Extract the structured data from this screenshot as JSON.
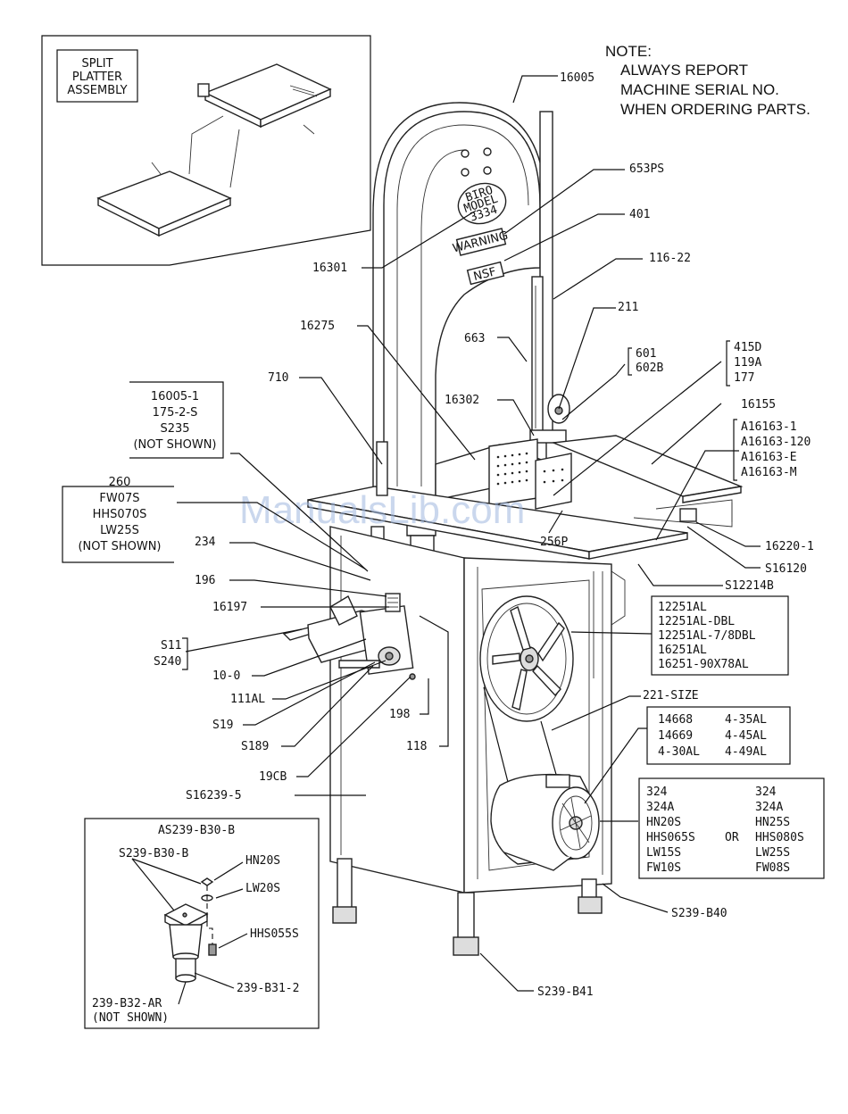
{
  "note": [
    "NOTE:",
    "ALWAYS REPORT",
    "MACHINE SERIAL NO.",
    "WHEN ORDERING PARTS."
  ],
  "inset": {
    "label": [
      "SPLIT",
      "PLATTER",
      "ASSEMBLY"
    ]
  },
  "watermark": "ManualsLib.com",
  "machine": {
    "badge": [
      "BIRO",
      "MODEL",
      "3334"
    ],
    "warning": "WARNING",
    "nsf": "NSF"
  },
  "labels": {
    "p16005": "16005",
    "p653ps": "653PS",
    "p401": "401",
    "p116_22": "116-22",
    "p16301": "16301",
    "p211": "211",
    "p16275": "16275",
    "p663": "663",
    "p601": "601",
    "p602b": "602B",
    "p415d": "415D",
    "p119a": "119A",
    "p177": "177",
    "p710": "710",
    "p16302": "16302",
    "p16155": "16155",
    "a16163_1": "A16163-1",
    "a16163_120": "A16163-120",
    "a16163_e": "A16163-E",
    "a16163_m": "A16163-M",
    "p256p": "256P",
    "p16220_1": "16220-1",
    "s16120": "S16120",
    "p234": "234",
    "s12214b": "S12214B",
    "p196": "196",
    "p16197": "16197",
    "s11": "S11",
    "s240": "S240",
    "p10_0": "10-0",
    "p111al": "111AL",
    "s19": "S19",
    "s189": "S189",
    "p198": "198",
    "p118": "118",
    "p19cb": "19CB",
    "s16239_5": "S16239-5",
    "p221_size": "221-SIZE",
    "s239_b40": "S239-B40",
    "s239_b41": "S239-B41"
  },
  "group_16005_1": [
    "16005-1",
    "175-2-S",
    "S235",
    "(NOT SHOWN)"
  ],
  "group_260": [
    "260",
    "FW07S",
    "HHS070S",
    "LW25S",
    "(NOT SHOWN)"
  ],
  "group_12251": [
    "12251AL",
    "12251AL-DBL",
    "12251AL-7/8DBL",
    "16251AL",
    "16251-90X78AL"
  ],
  "group_14668": {
    "rows": [
      [
        "14668",
        "4-35AL"
      ],
      [
        "14669",
        "4-45AL"
      ],
      [
        "4-30AL",
        "4-49AL"
      ]
    ]
  },
  "group_motor": {
    "left": [
      "324",
      "324A",
      "HN20S",
      "HHS065S",
      "LW15S",
      "FW10S"
    ],
    "or": "OR",
    "right": [
      "324",
      "324A",
      "HN25S",
      "HHS080S",
      "LW25S",
      "FW08S"
    ]
  },
  "foot_assembly": {
    "title": "AS239-B30-B",
    "s239_b30_b": "S239-B30-B",
    "hn20s": "HN20S",
    "lw20s": "LW20S",
    "hhs055s": "HHS055S",
    "p239_b31_2": "239-B31-2",
    "p239_b32": [
      "239-B32-AR",
      "(NOT SHOWN)"
    ]
  }
}
